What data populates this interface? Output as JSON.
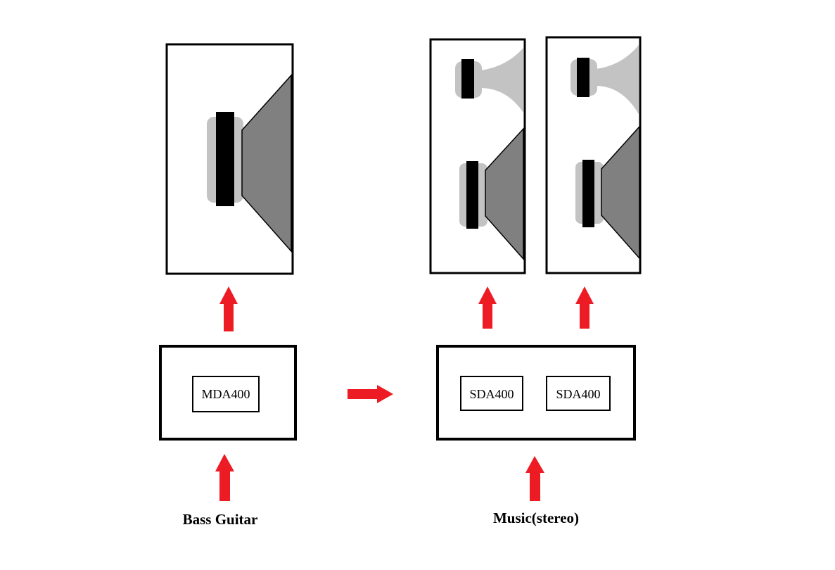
{
  "diagram": {
    "left_system": {
      "amplifier_module": "MDA400",
      "source_label": "Bass Guitar"
    },
    "right_system": {
      "amplifier_modules": [
        "SDA400",
        "SDA400"
      ],
      "source_label": "Music(stereo)"
    },
    "colors": {
      "arrow": "#ed1c24",
      "outline": "#000000",
      "cone": "#808080",
      "surround": "#c3c3c3",
      "magnet": "#000000"
    }
  }
}
